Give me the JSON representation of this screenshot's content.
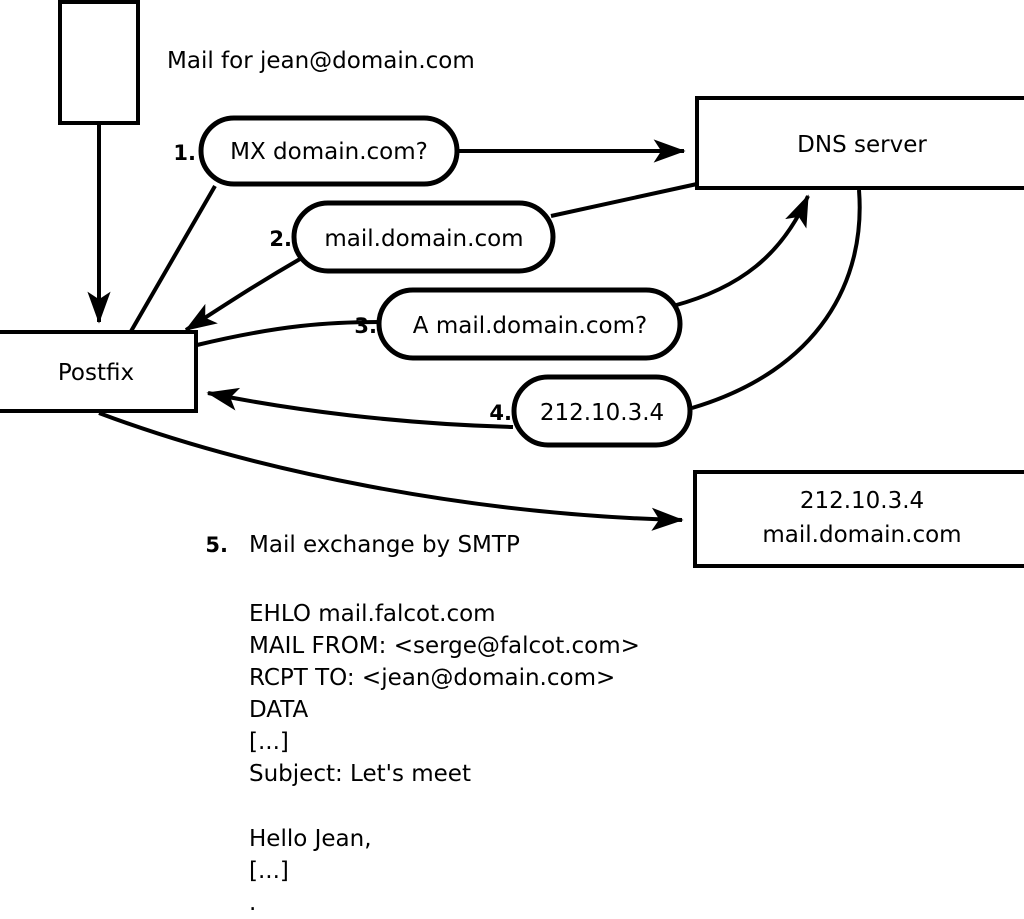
{
  "diagram": {
    "title_note": "Mail for jean@domain.com",
    "nodes": [
      {
        "id": "sender-client",
        "label": ""
      },
      {
        "id": "postfix",
        "label": "Postfix"
      },
      {
        "id": "dns-server",
        "label": "DNS server"
      },
      {
        "id": "mail-server",
        "line1": "212.10.3.4",
        "line2": "mail.domain.com"
      }
    ],
    "steps": [
      {
        "number": "1.",
        "label": "MX domain.com?"
      },
      {
        "number": "2.",
        "label": "mail.domain.com"
      },
      {
        "number": "3.",
        "label": "A mail.domain.com?"
      },
      {
        "number": "4.",
        "label": "212.10.3.4"
      }
    ],
    "final_step": {
      "number": "5.",
      "label": "Mail exchange by SMTP"
    },
    "transcript": [
      "EHLO mail.falcot.com",
      "MAIL FROM: <serge@falcot.com>",
      "RCPT TO: <jean@domain.com>",
      "DATA",
      "[...]",
      "Subject: Let's meet",
      "",
      "Hello Jean,",
      "[...]",
      "."
    ],
    "colors": {
      "stroke": "#000000",
      "fill": "#ffffff",
      "text": "#000000"
    }
  }
}
